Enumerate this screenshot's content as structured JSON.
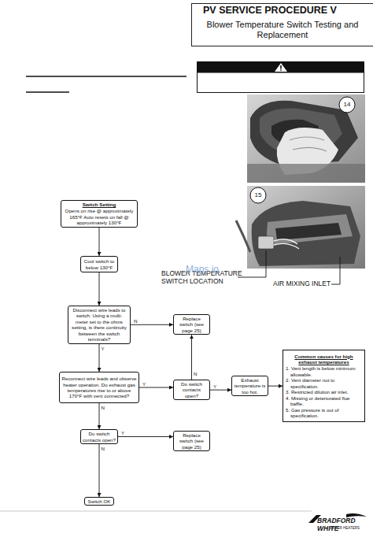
{
  "diagram": {
    "title": "PV SERVICE PROCEDURE V",
    "nodes": [
      {
        "text": [
          "Switch Setting",
          "Opens on rise @ approximately 165°F Auto resets on fall @ approximately 130°F"
        ]
      },
      {
        "text": [
          "Cool switch to below 130°F"
        ]
      },
      {
        "text": [
          "Disconnect wire leads to switch. Using a multi-meter set to the ohms setting, is there continuity between the switch terminals?"
        ]
      },
      {
        "text": [
          "Replace switch (see page 25)"
        ]
      },
      {
        "text": [
          "Reconnect wire leads and observe heater operation. Do exhaust gas temperatures rise to or above 170°F with vent connected?"
        ]
      },
      {
        "text": [
          "Do switch contacts open?"
        ]
      },
      {
        "text": [
          "Exhaust temperature is too hot."
        ]
      },
      {
        "text": [
          "Common causes for high exhaust temperatures",
          "1. Vent length is below minimum allowable.",
          "2. Vent diameter not to specification.",
          "3. Restricted dilution air inlet.",
          "4. Missing or deteriorated flue baffle.",
          "5. Gas pressure is out of specification."
        ]
      },
      {
        "text": [
          "Do switch contacts open?"
        ]
      },
      {
        "text": [
          "Replace switch (see page 25)"
        ]
      },
      {
        "text": [
          "Switch OK"
        ]
      }
    ],
    "edges": [
      {
        "from": 0,
        "to": 1,
        "arrow": "to"
      },
      {
        "from": 1,
        "to": 2,
        "arrow": "to"
      },
      {
        "from": 2,
        "to": 3,
        "label": "N",
        "arrow": "to"
      },
      {
        "from": 2,
        "to": 4,
        "label": "Y",
        "arrow": "to"
      },
      {
        "from": 4,
        "to": 5,
        "label": "Y",
        "arrow": "to"
      },
      {
        "from": 4,
        "to": 8,
        "label": "N",
        "arrow": "to"
      },
      {
        "from": 5,
        "to": 3,
        "label": "N",
        "arrow": "to"
      },
      {
        "from": 5,
        "to": 6,
        "label": "Y",
        "arrow": "to"
      },
      {
        "from": 6,
        "to": 7,
        "arrow": "to"
      },
      {
        "from": 8,
        "to": 9,
        "label": "Y",
        "arrow": "to"
      },
      {
        "from": 8,
        "to": 10,
        "label": "N",
        "arrow": "to"
      }
    ],
    "labels": [
      "Blower Temperature Switch Testing and Replacement",
      "14",
      "15",
      "BLOWER TEMPERATURE SWITCH LOCATION",
      "AIR MIXING INLET",
      "Maps.io",
      "BRADFORD WHITE",
      "WATER HEATERS"
    ]
  }
}
